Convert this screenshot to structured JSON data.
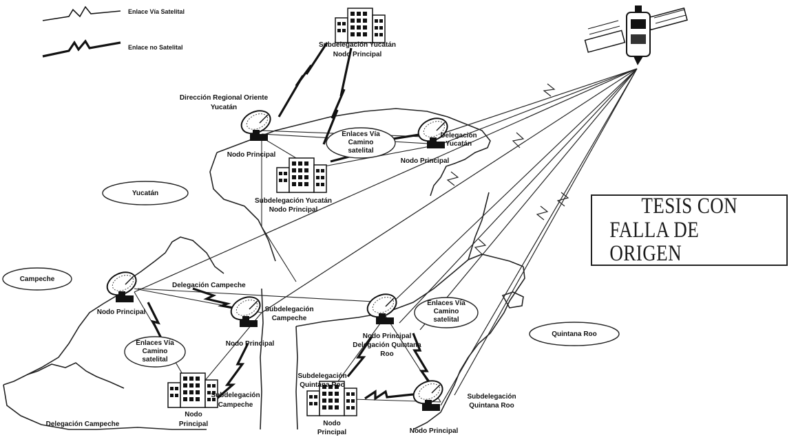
{
  "legend": {
    "satellite_link": "Enlace Vía Satelital",
    "non_satellite_link": "Enlace no Satelital"
  },
  "stamp": {
    "line1": "TESIS CON",
    "line2": "FALLA DE ORIGEN"
  },
  "regions": {
    "yucatan": "Yucatán",
    "campeche": "Campeche",
    "quintana_roo": "Quintana Roo"
  },
  "nodes": {
    "yucatan_sub_top": [
      "Subdelegación Yucatán",
      "Nodo Principal"
    ],
    "direccion_regional": [
      "Dirección Regional Oriente",
      "Yucatán"
    ],
    "yucatan_dish_left": "Nodo Principal",
    "delegacion_yucatan": [
      "Delegación",
      "Yucatán"
    ],
    "yucatan_dish_right": "Nodo Principal",
    "yucatan_sub_bottom": [
      "Subdelegación Yucatán",
      "Nodo Principal"
    ],
    "campeche_dish_left": "Nodo Principal",
    "delegacion_campeche_top": "Delegación Campeche",
    "sub_campeche_dish": [
      "Subdelegación",
      "Campeche"
    ],
    "campeche_dish_mid": "Nodo Principal",
    "sub_campeche_building": [
      "Subdelegación",
      "Campeche"
    ],
    "campeche_building_node": [
      "Nodo",
      "Principal"
    ],
    "delegacion_campeche_bottom": "Delegación Campeche",
    "qroo_dish_left": [
      "Nodo Principal",
      "Delegación Quintana",
      "Roo"
    ],
    "sub_qroo_left": [
      "Subdelegación",
      "Quintana Roo"
    ],
    "qroo_building_node": [
      "Nodo",
      "Principal"
    ],
    "sub_qroo_right": [
      "Subdelegación",
      "Quintana Roo"
    ],
    "qroo_dish_right": "Nodo Principal"
  },
  "ellipses": {
    "yucatan_backup": [
      "Enlaces Vía",
      "Camino",
      "satelital"
    ],
    "campeche_backup": [
      "Enlaces Vía",
      "Camino",
      "satelital"
    ],
    "qroo_backup": [
      "Enlaces Vía",
      "Camino",
      "satelital"
    ]
  }
}
